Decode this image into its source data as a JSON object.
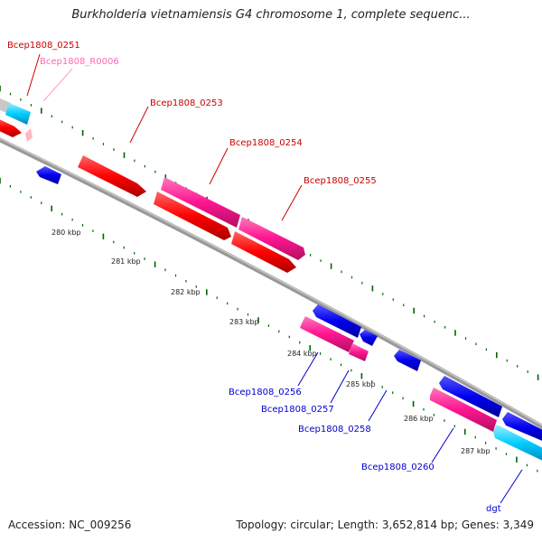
{
  "header": {
    "title": "Burkholderia vietnamiensis G4 chromosome 1, complete sequenc..."
  },
  "footer": {
    "accession": "Accession: NC_009256",
    "topology": "Topology: circular; Length: 3,652,814 bp; Genes: 3,349"
  },
  "scale_labels": [
    "280 kbp",
    "281 kbp",
    "282 kbp",
    "283 kbp",
    "284 kbp",
    "285 kbp",
    "286 kbp",
    "287 kbp"
  ],
  "gene_labels": {
    "bcep0251": "Bcep1808_0251",
    "bcepR0006": "Bcep1808_R0006",
    "bcep0253": "Bcep1808_0253",
    "bcep0254": "Bcep1808_0254",
    "bcep0255": "Bcep1808_0255",
    "bcep0256": "Bcep1808_0256",
    "bcep0257": "Bcep1808_0257",
    "bcep0258": "Bcep1808_0258",
    "bcep0260": "Bcep1808_0260",
    "dgt": "dgt"
  },
  "colors": {
    "gene_cds": "#ff0000",
    "gene_pink": "#ff1493",
    "gene_blue": "#0000ee",
    "gene_cyan": "#00ccff",
    "rna_pink": "#ffb6c1",
    "backbone": "#888888",
    "tick": "#006400",
    "label_forward": "#cc0000",
    "label_reverse": "#0000cc",
    "label_rna": "#ff69b4"
  }
}
